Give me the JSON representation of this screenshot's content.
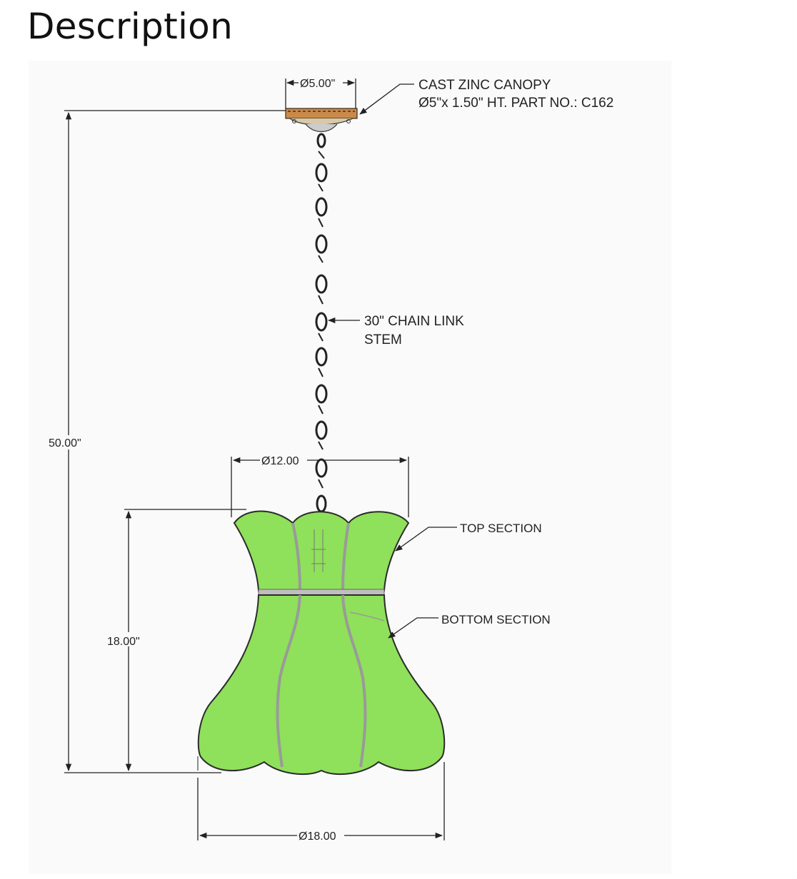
{
  "page": {
    "title": "Description"
  },
  "drawing": {
    "dimensions": {
      "canopy_diameter": "Ø5.00\"",
      "overall_height": "50.00\"",
      "top_width": "Ø12.00",
      "shade_height": "18.00\"",
      "bottom_width": "Ø18.00"
    },
    "callouts": {
      "canopy_line1": "CAST ZINC CANOPY",
      "canopy_line2": "Ø5\"x 1.50\" HT. PART NO.: C162",
      "chain_line1": "30\" CHAIN LINK",
      "chain_line2": "STEM",
      "top_section": "TOP SECTION",
      "bottom_section": "BOTTOM SECTION"
    },
    "colors": {
      "shade_fill": "#8fe05a",
      "shade_stroke": "#2b2b2b",
      "canopy_fill": "#c98a4a",
      "line": "#222222"
    }
  }
}
